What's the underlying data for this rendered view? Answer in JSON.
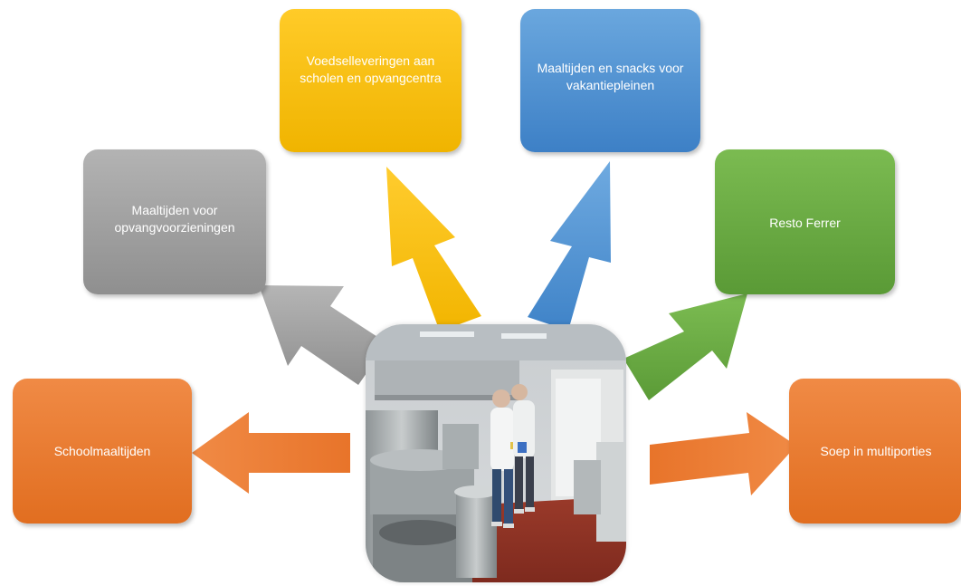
{
  "nodes": {
    "schoolmaaltijden": {
      "label": "Schoolmaaltijden",
      "color": "#ED7D31"
    },
    "opvangvoorzieningen": {
      "label": "Maaltijden voor opvangvoorzieningen",
      "color": "#A5A5A5"
    },
    "voedselleveringen": {
      "label": "Voedselleveringen aan scholen en opvangcentra",
      "color": "#FFC000"
    },
    "vakantiepleinen": {
      "label": "Maaltijden en snacks voor vakantiepleinen",
      "color": "#5B9BD5"
    },
    "resto_ferrer": {
      "label": "Resto Ferrer",
      "color": "#70AD47"
    },
    "soep": {
      "label": "Soep in multiporties",
      "color": "#ED7D31"
    }
  },
  "center_image": {
    "description_icon": "kitchen-photo"
  }
}
